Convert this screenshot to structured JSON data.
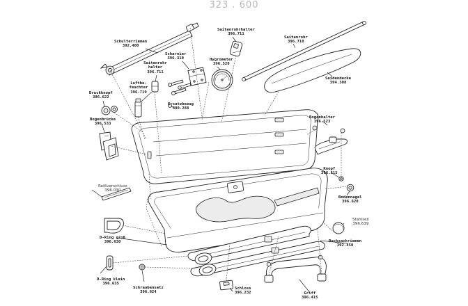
{
  "header": {
    "code": "323 . 600"
  },
  "labels": {
    "schulterriemen": {
      "name": "Schulterriemen",
      "num": "392.400"
    },
    "saitenrohrhalter_top": {
      "name": "Saitenrohrhalter",
      "num": "396.711"
    },
    "saitenrohr": {
      "name": "Saitenrohr",
      "num": "396.710"
    },
    "scharnier": {
      "name": "Scharnier",
      "num": "396.310"
    },
    "saitenrohrhalter_mid": {
      "name": "Saitenrohr halter",
      "num": "396.711"
    },
    "hygrometer": {
      "name": "Hygrometer",
      "num": "396.520"
    },
    "luftbefeuchter": {
      "name": "Luftbe- feuchter",
      "num": "396.719"
    },
    "seidendecke": {
      "name": "Seidendecke",
      "num": "394.308"
    },
    "druckknopf": {
      "name": "Druckknopf",
      "num": "396.622"
    },
    "ersatzbezug": {
      "name": "Ersatzbezug",
      "num": "300.288"
    },
    "bogenhalter": {
      "name": "Bogenhalter",
      "num": "396.523"
    },
    "bogenbruecke": {
      "name": "Bogenbrücke",
      "num": "396.533"
    },
    "knopf": {
      "name": "Knopf",
      "num": "396.515"
    },
    "reissverschluss": {
      "name": "Reißverschluss",
      "num": "396.030"
    },
    "bodennagel": {
      "name": "Bodennagel",
      "num": "396.620"
    },
    "stahlseil": {
      "name": "Stahlseil",
      "num": "396.639"
    },
    "d_ring_gross": {
      "name": "D-Ring groß",
      "num": "396.630"
    },
    "rucksackriemen": {
      "name": "Rucksackriemen",
      "num": "392.450"
    },
    "d_ring_klein": {
      "name": "D-Ring klein",
      "num": "396.635"
    },
    "schraubensatz": {
      "name": "Schraubensatz",
      "num": "396.624"
    },
    "schloss": {
      "name": "Schloss",
      "num": "396.232"
    },
    "griff": {
      "name": "Griff",
      "num": "396.415"
    }
  }
}
